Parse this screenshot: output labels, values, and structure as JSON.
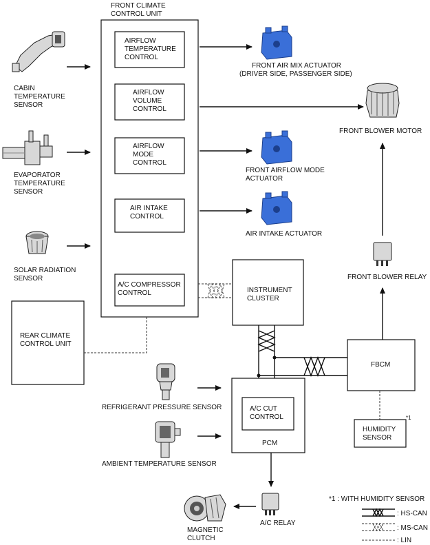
{
  "units": {
    "front_climate_title": [
      "FRONT CLIMATE",
      "CONTROL UNIT"
    ],
    "airflow_temp": [
      "AIRFLOW",
      "TEMPERATURE",
      "CONTROL"
    ],
    "airflow_volume": [
      "AIRFLOW",
      "VOLUME",
      "CONTROL"
    ],
    "airflow_mode": [
      "AIRFLOW",
      "MODE",
      "CONTROL"
    ],
    "air_intake": [
      "AIR INTAKE",
      "CONTROL"
    ],
    "ac_compressor": [
      "A/C COMPRESSOR",
      "CONTROL"
    ],
    "instrument_cluster": [
      "INSTRUMENT",
      "CLUSTER"
    ],
    "rear_climate": [
      "REAR CLIMATE",
      "CONTROL UNIT"
    ],
    "fbcm": "FBCM",
    "pcm": "PCM",
    "ac_cut": [
      "A/C CUT",
      "CONTROL"
    ],
    "humidity": [
      "HUMIDITY",
      "SENSOR"
    ]
  },
  "sensors": {
    "cabin": [
      "CABIN",
      "TEMPERATURE",
      "SENSOR"
    ],
    "evaporator": [
      "EVAPORATOR",
      "TEMPERATURE",
      "SENSOR"
    ],
    "solar": [
      "SOLAR RADIATION",
      "SENSOR"
    ],
    "refrigerant": "REFRIGERANT PRESSURE SENSOR",
    "ambient": "AMBIENT TEMPERATURE SENSOR"
  },
  "actuators": {
    "air_mix": [
      "FRONT AIR MIX ACTUATOR",
      "(DRIVER SIDE, PASSENGER SIDE)"
    ],
    "blower_motor": "FRONT BLOWER MOTOR",
    "airflow_mode": [
      "FRONT AIRFLOW MODE",
      "ACTUATOR"
    ],
    "air_intake": "AIR INTAKE ACTUATOR",
    "blower_relay": "FRONT BLOWER RELAY",
    "ac_relay": "A/C RELAY",
    "magnetic_clutch": [
      "MAGNETIC",
      "CLUTCH"
    ]
  },
  "legend": {
    "note": "*1 : WITH HUMIDITY SENSOR",
    "hs_can": ": HS-CAN",
    "ms_can": ": MS-CAN",
    "lin": ": LIN",
    "footnote_mark": "*1"
  }
}
